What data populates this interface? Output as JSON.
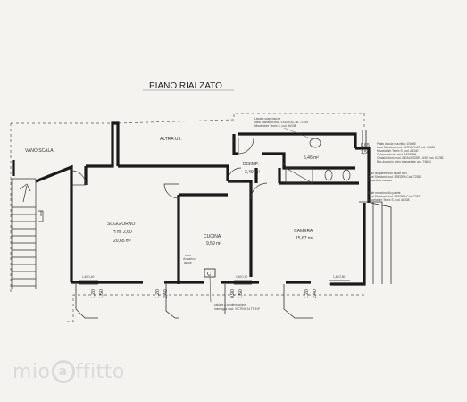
{
  "title": "PIANO RIALZATO",
  "rooms": {
    "vano_scala": "VANO SCALA",
    "altra_ui": "ALTRA U.I.",
    "soggiorno": {
      "name": "SOGGIORNO",
      "height": "H m. 2,60",
      "area": "20,65 m²"
    },
    "cucina": {
      "name": "CUCINA",
      "area": "9,59 m²"
    },
    "camera": {
      "name": "CAMERA",
      "area": "15,67 m²"
    },
    "disimp": {
      "name": "DISIMP.",
      "area": "3,49 m²"
    },
    "bagno": {
      "area": "5,46 m²"
    }
  },
  "notes": {
    "lavabo": [
      "Lavabo sospensione",
      "Ideal Standard mod. ESEDRA Cod. T2769",
      "Miscelatore Teorix S, cod. A6338"
    ],
    "right_top": [
      "Piatto doccia in acrilico 100x80",
      "Ideal Standard mod. ULTRA FLAT cod. K5183",
      "Miscelatore Teorix S, cod. A6340",
      "Colonna doccia mod. A5788 ML",
      "Cristallo 3mm mod. IDEALINSIDE LUXE cod. K2285",
      "Box doccia in vetro trasparente cod. T6624"
    ],
    "right_mid": [
      "Vaso filo parete con sedile slim",
      "Ideal Standard mod. ESEDRA Cod. T2830",
      "Cassetta a incasso"
    ],
    "right_low": [
      "Bidet monoforo filo parete",
      "Ideal Standard mod. ESEDRA Cod. T2812",
      "Miscelatore Teorix S, cod. A6338"
    ],
    "cucina_note": [
      "vano",
      "di scarico",
      "acque"
    ],
    "caldaia": [
      "caldaia a condensazione",
      "Immergas mod. VICTRIX 24 TT ErP"
    ]
  },
  "labels": {
    "c_box": "C",
    "window_soggiorno": "1,40/1,40",
    "window_cucina": "1,40/1,50",
    "window_camera": "1,40/2,50"
  },
  "dimensions": {
    "sog_w": "1,20",
    "sog_h": "1,50",
    "sog2_w": "1,20",
    "sog2_h": "2,40",
    "cuc_w": "0,90",
    "cuc_h": "1,50",
    "cam_w": "1,20",
    "cam_h": "2,40",
    "bath_w": "0,65",
    "bath_h": "1,50"
  },
  "watermark": {
    "pre": "mio",
    "a": "a",
    "post": "ffitto"
  }
}
